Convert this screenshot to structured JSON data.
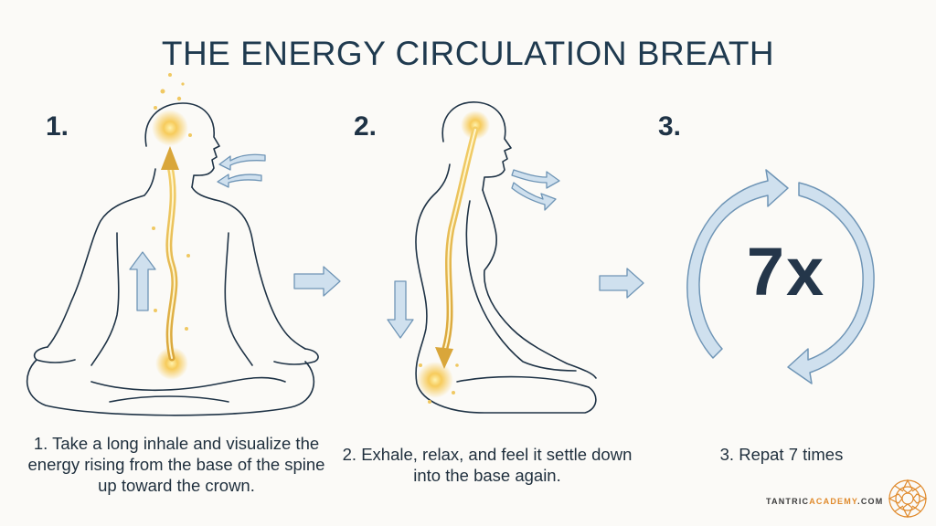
{
  "title": "THE ENERGY CIRCULATION BREATH",
  "steps": [
    {
      "number": "1.",
      "caption": "1. Take a long inhale and visualize the energy rising from the base of the spine up toward the crown."
    },
    {
      "number": "2.",
      "caption": "2. Exhale, relax, and feel it settle down into the base again."
    },
    {
      "number": "3.",
      "caption": "3. Repat 7 times"
    }
  ],
  "repeat_label": "7x",
  "brand": {
    "part1": "TANTRIC",
    "part2": "ACADEMY",
    "part3": ".COM"
  },
  "colors": {
    "outline": "#1f3346",
    "arrow_fill": "#cfe0ee",
    "arrow_stroke": "#6f95b6",
    "energy": "#e6b84a",
    "glow": "#f6c64a",
    "brand_accent": "#e08a2c"
  },
  "icons": [
    "inhale-arrows-icon",
    "exhale-arrows-icon",
    "up-arrow-icon",
    "down-arrow-icon",
    "next-arrow-icon",
    "cycle-arrows-icon",
    "mandala-logo-icon"
  ]
}
